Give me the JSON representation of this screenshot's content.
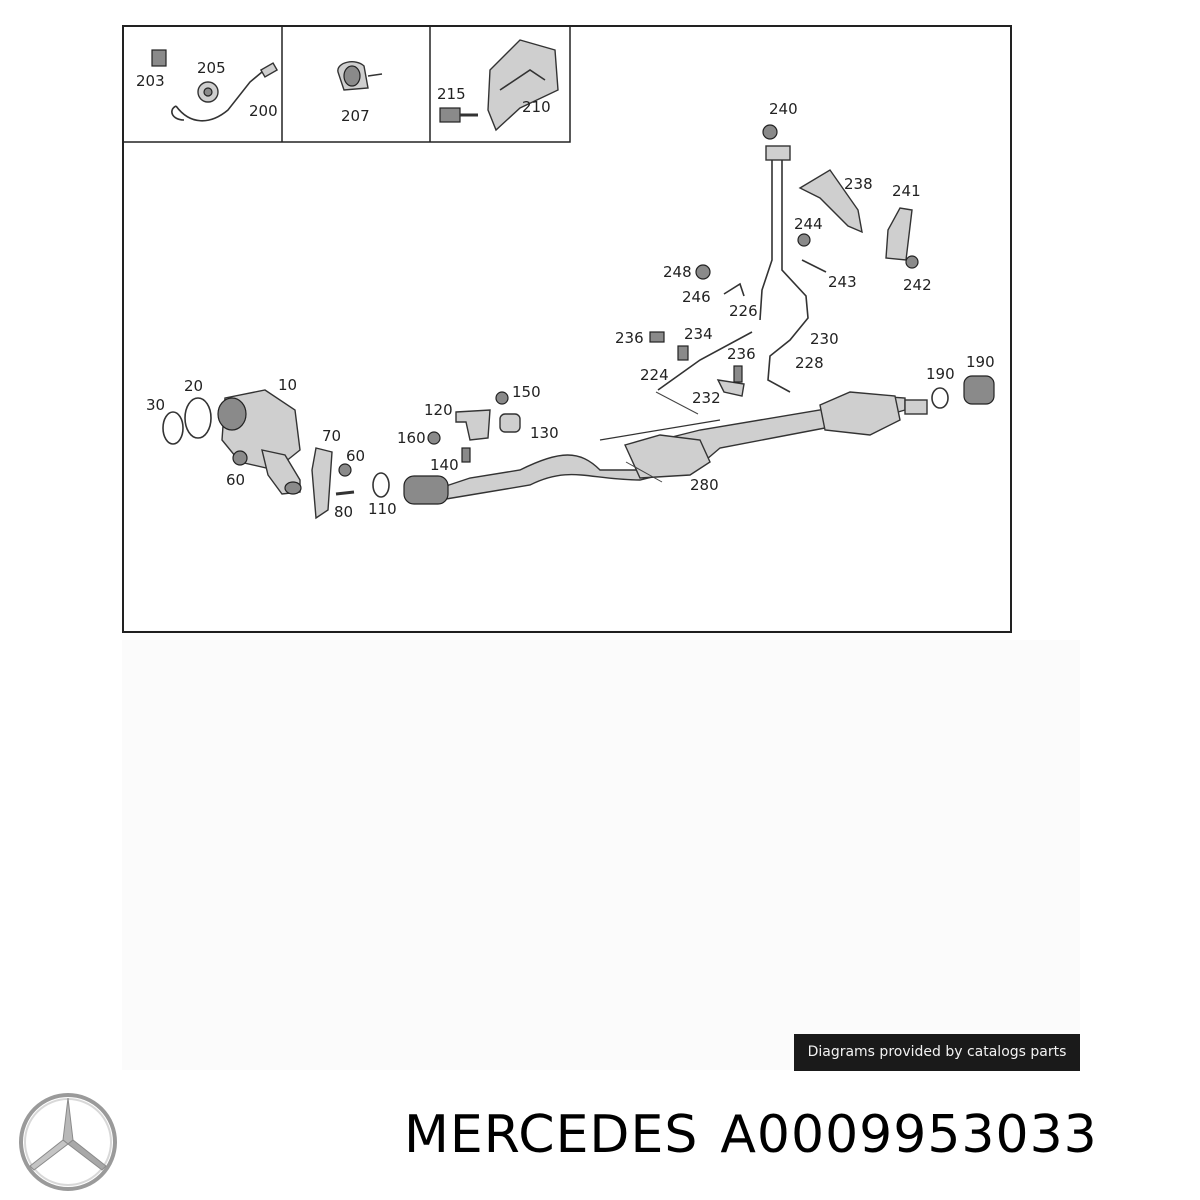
{
  "diagram": {
    "inset_labels": [
      "203",
      "205",
      "200",
      "207",
      "215",
      "210"
    ],
    "part_labels": [
      "240",
      "238",
      "241",
      "244",
      "243",
      "242",
      "248",
      "246",
      "226",
      "236",
      "234",
      "230",
      "228",
      "224",
      "236",
      "232",
      "190",
      "190",
      "30",
      "20",
      "10",
      "120",
      "150",
      "160",
      "130",
      "70",
      "60",
      "60",
      "80",
      "110",
      "140",
      "280"
    ]
  },
  "footer": {
    "credit": "Diagrams provided by catalogs parts",
    "brand": "MERCEDES",
    "part_number": "A0009953033"
  },
  "colors": {
    "text": "#000000",
    "banner_bg": "#1a1a1a",
    "banner_text": "#f2f2f2",
    "frame": "#222222"
  },
  "icons": {
    "logo": "mercedes-star-icon"
  }
}
